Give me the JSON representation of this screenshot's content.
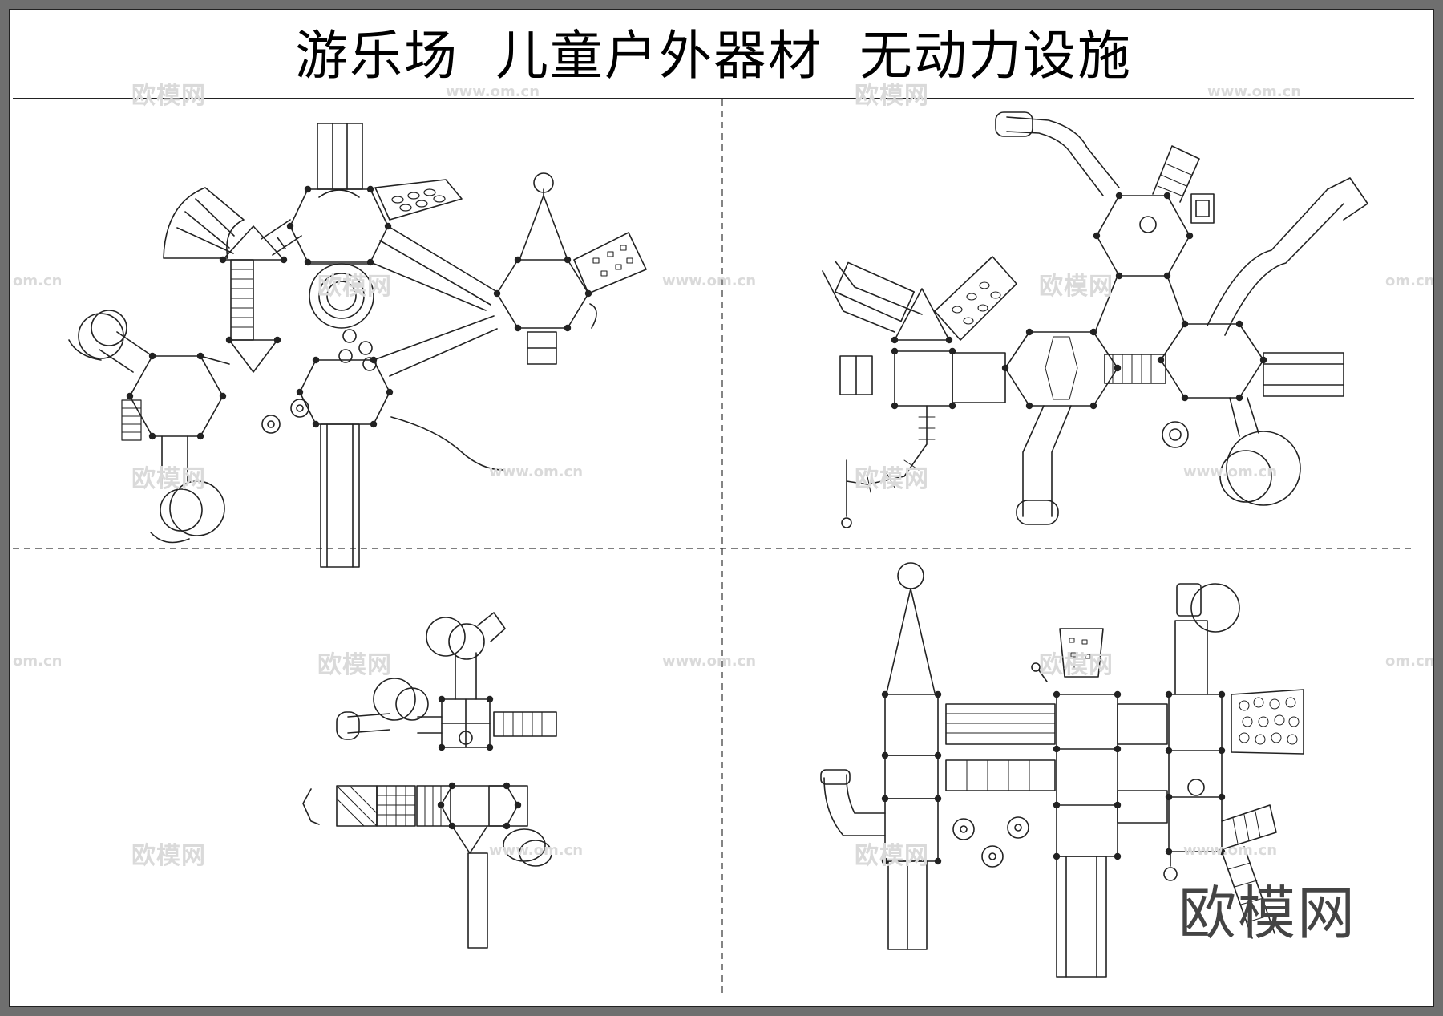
{
  "title": "游乐场  儿童户外器材  无动力设施",
  "watermarks": [
    "欧模网",
    "www.om.cn",
    "om.cn"
  ],
  "logo_text": "欧模网",
  "colors": {
    "line": "#222222",
    "frame_outer": "#6f6f6f",
    "background": "#ffffff",
    "watermark": "#dadada"
  },
  "panels": [
    {
      "name": "quadrant-top-left",
      "equipment": [
        "slide",
        "tube-slide",
        "climbing-wall",
        "crawl-tube",
        "bridge",
        "ladder"
      ]
    },
    {
      "name": "quadrant-top-right",
      "equipment": [
        "slide",
        "tube-slide",
        "climbing-wall",
        "ladder",
        "monkey-bars"
      ]
    },
    {
      "name": "quadrant-bottom-left",
      "equipment": [
        "tube-slide",
        "crawl-tube",
        "net-bridge",
        "slide"
      ]
    },
    {
      "name": "quadrant-bottom-right",
      "equipment": [
        "slide",
        "climbing-wall",
        "rock-wall",
        "bridge",
        "ladder",
        "spinner"
      ]
    }
  ]
}
